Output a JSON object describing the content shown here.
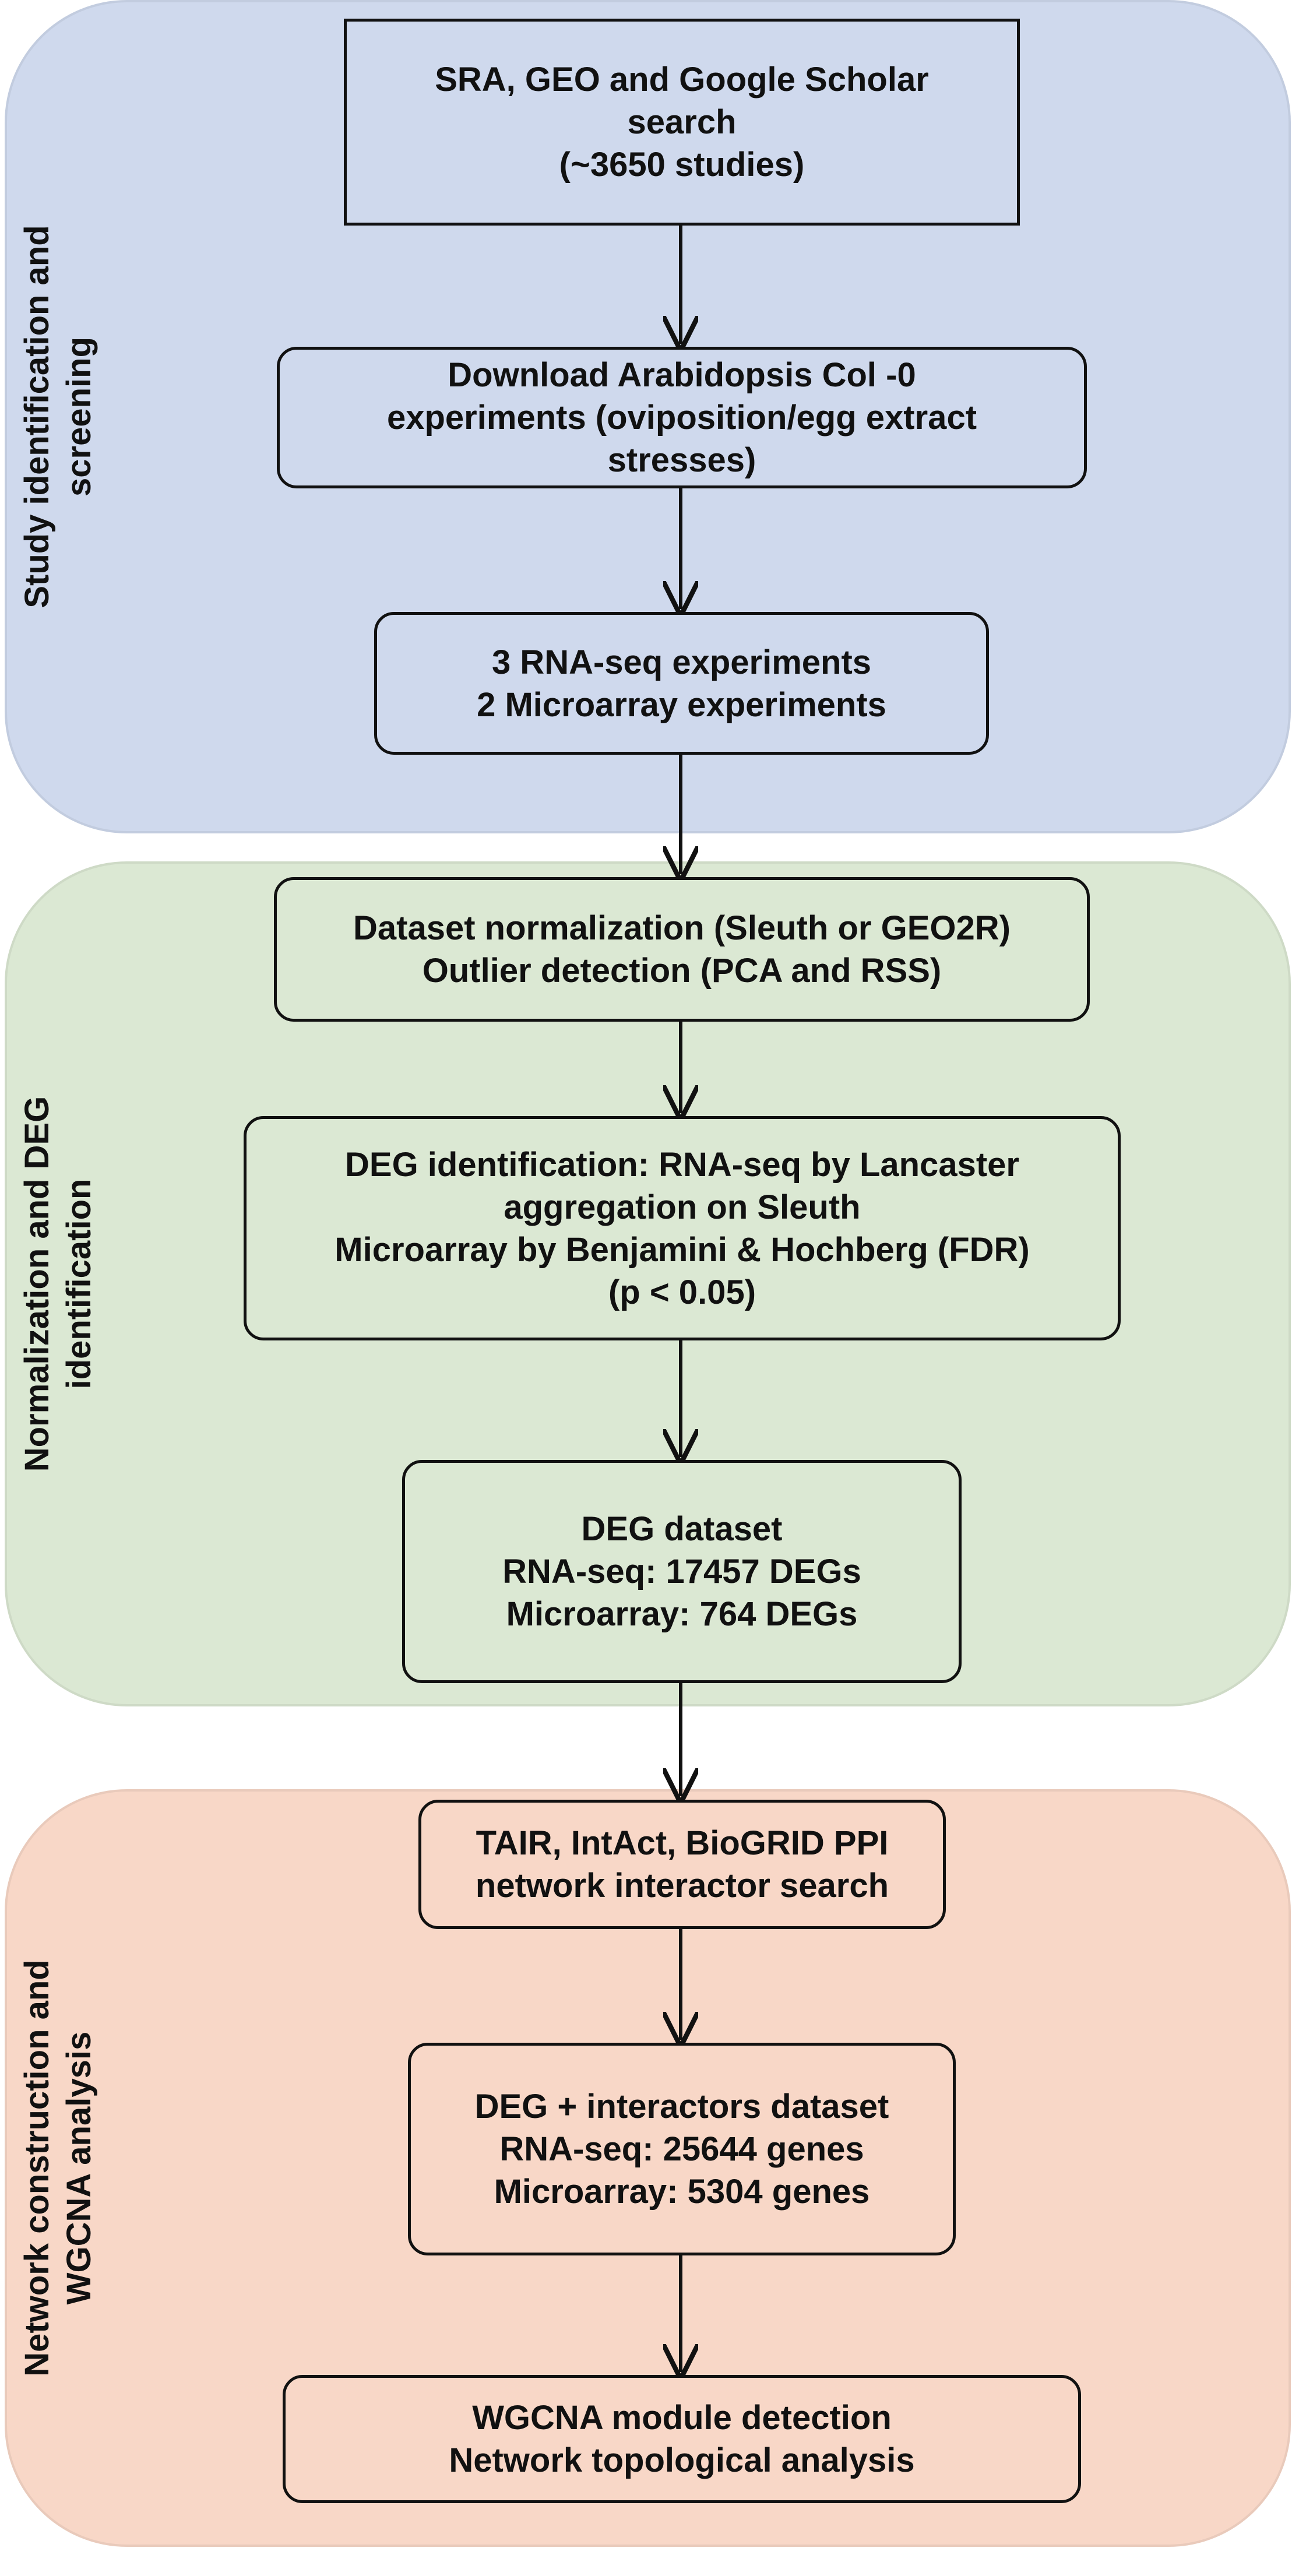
{
  "sections": {
    "study": {
      "label": [
        "Study identification and",
        "screening"
      ],
      "fill": "#cfd9ed"
    },
    "normalization": {
      "label": [
        "Normalization and DEG",
        "identification"
      ],
      "fill": "#dbe8d3"
    },
    "network": {
      "label": [
        "Network construction and",
        "WGCNA analysis"
      ],
      "fill": "#f8d7c7"
    }
  },
  "boxes": {
    "search": [
      "SRA, GEO and Google Scholar",
      "search",
      "(~3650 studies)"
    ],
    "download": [
      "Download Arabidopsis Col -0",
      "experiments (oviposition/egg extract",
      "stresses)"
    ],
    "experiments": [
      "3 RNA-seq experiments",
      "2 Microarray experiments"
    ],
    "normalization": [
      "Dataset normalization (Sleuth or GEO2R)",
      "Outlier detection (PCA and RSS)"
    ],
    "deg_identification": [
      "DEG identification: RNA-seq by Lancaster",
      "aggregation on Sleuth",
      "Microarray by Benjamini & Hochberg (FDR)",
      "(p < 0.05)"
    ],
    "deg_dataset": [
      "DEG dataset",
      "RNA-seq: 17457 DEGs",
      "Microarray: 764 DEGs"
    ],
    "interactor_search": [
      "TAIR, IntAct, BioGRID PPI",
      "network interactor search"
    ],
    "interactor_dataset": [
      "DEG + interactors dataset",
      "RNA-seq: 25644 genes",
      "Microarray: 5304 genes"
    ],
    "wgcna": [
      "WGCNA module detection",
      "Network topological analysis"
    ]
  }
}
